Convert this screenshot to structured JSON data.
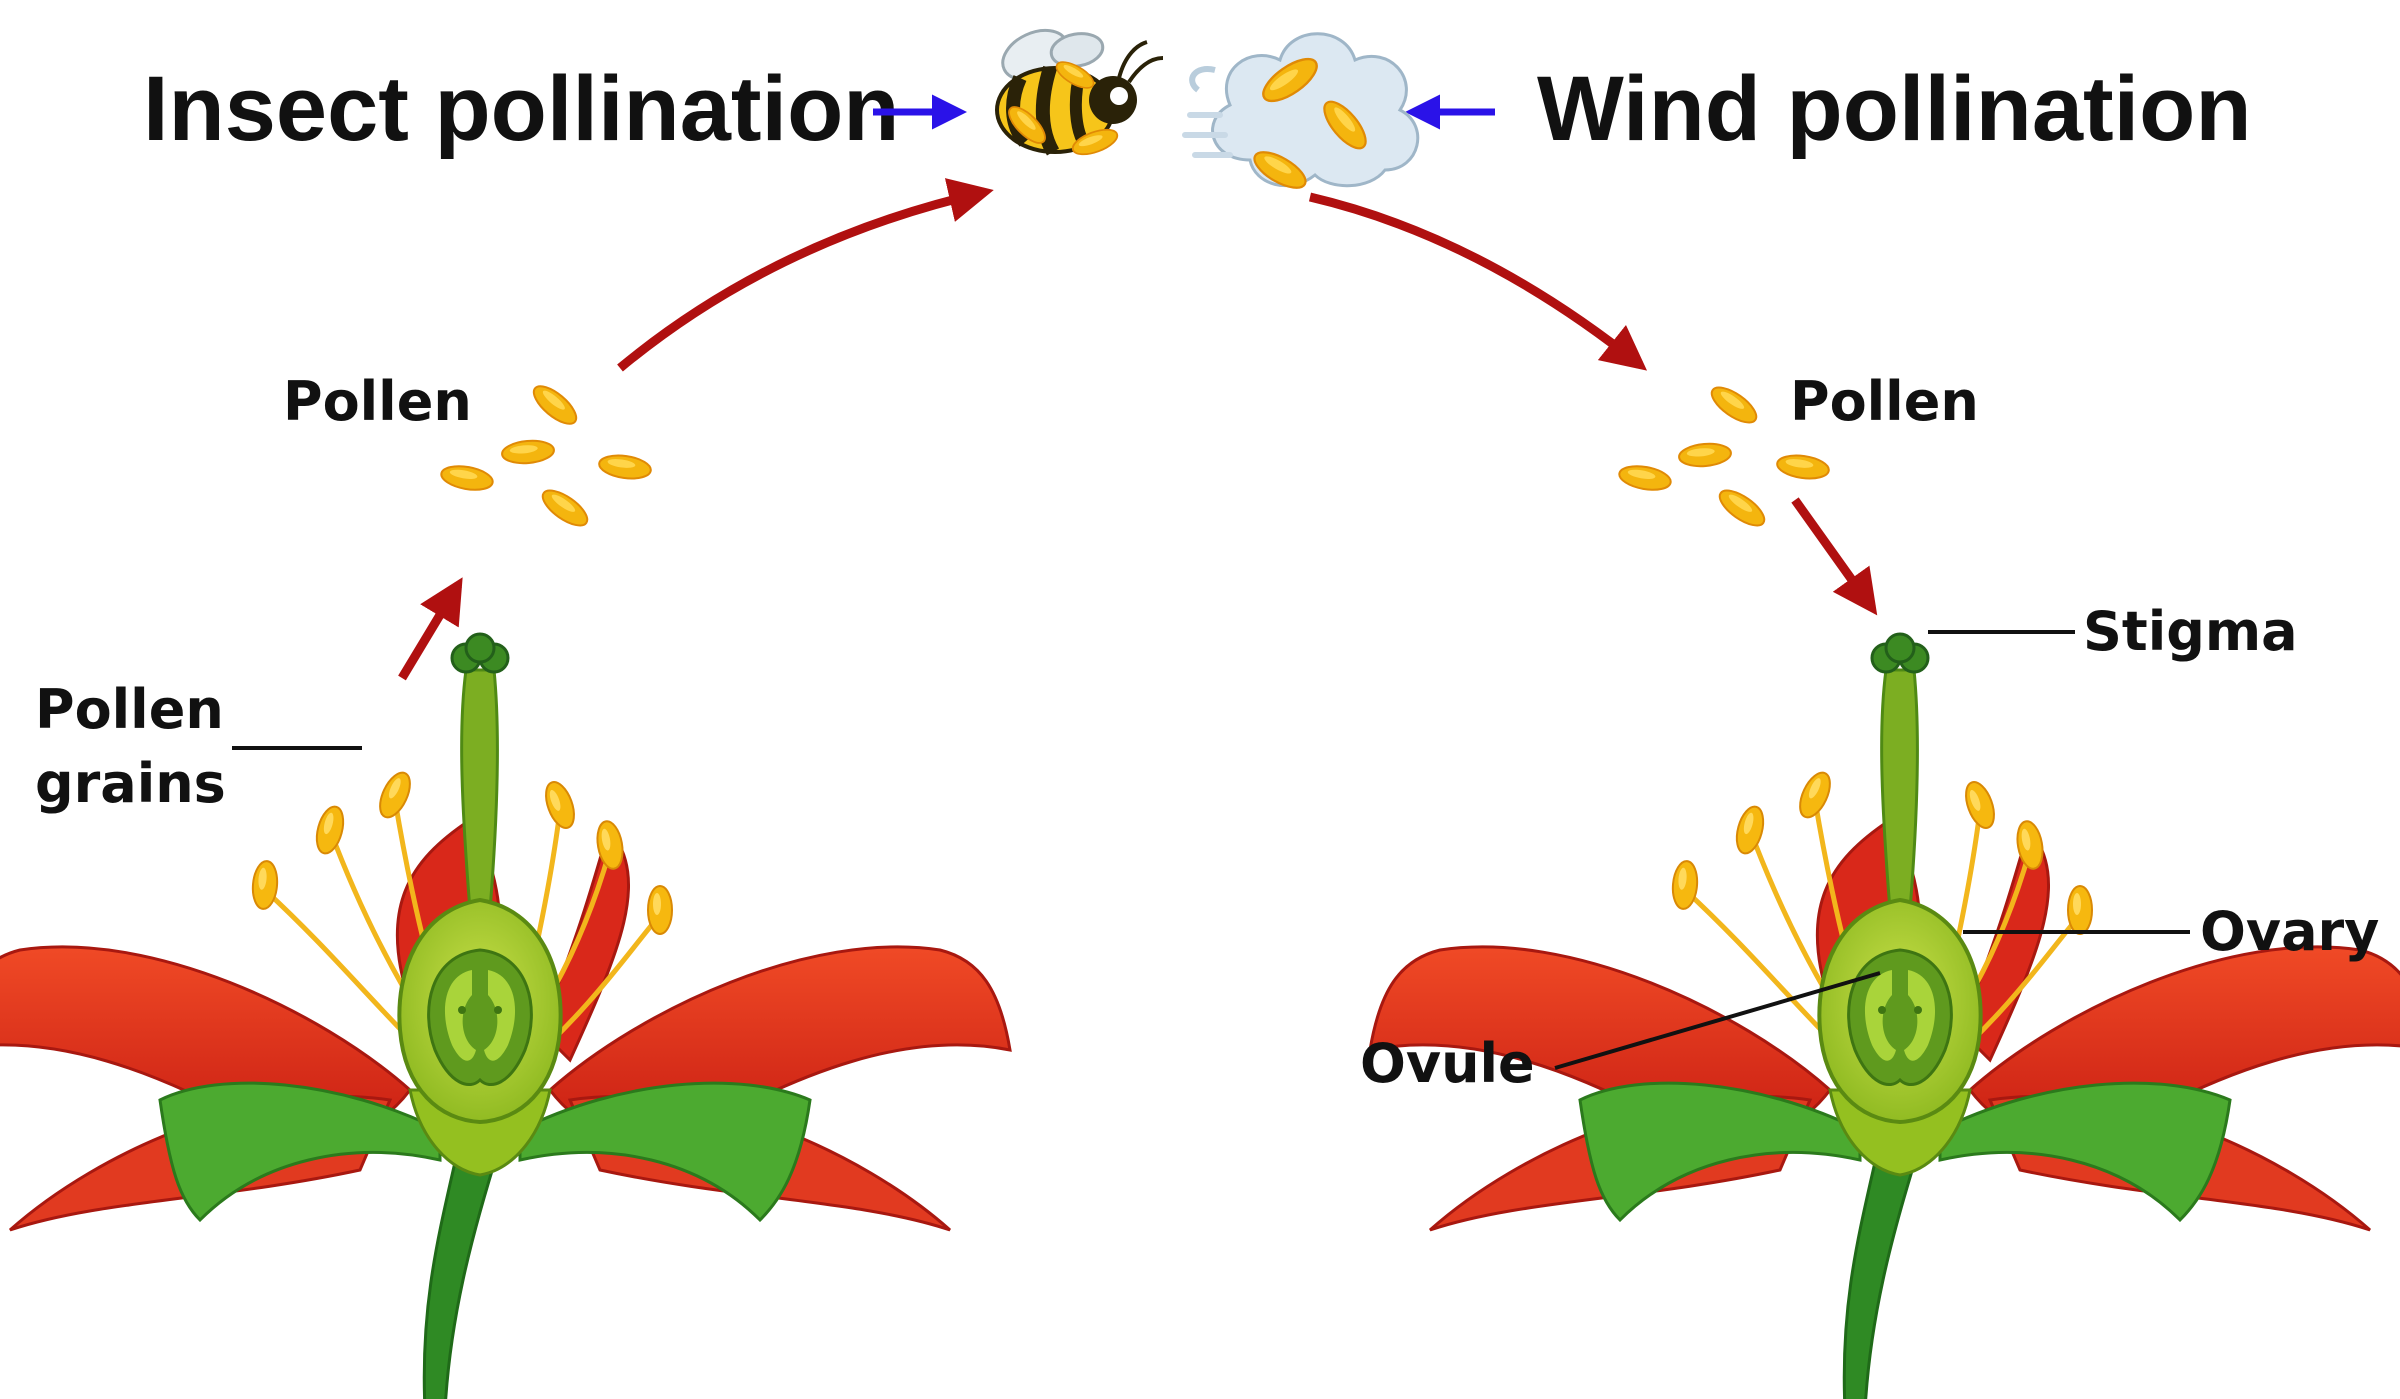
{
  "titles": {
    "insect": "Insect pollination",
    "wind": "Wind pollination"
  },
  "labels": {
    "pollen_left": "Pollen",
    "pollen_right": "Pollen",
    "pollen_grains_line1": "Pollen",
    "pollen_grains_line2": "grains",
    "stigma": "Stigma",
    "ovary": "Ovary",
    "ovule": "Ovule"
  },
  "icons": {
    "insect_agent": "bee-icon",
    "wind_agent": "wind-cloud-icon"
  },
  "colors": {
    "flow_arrow": "#b01010",
    "pointer_arrow": "#2a12e8",
    "petal": "#e8321c",
    "leaf": "#3f9a2a",
    "pistil": "#9cc62a",
    "pollen": "#f4b50e",
    "leader_line": "#111111"
  }
}
